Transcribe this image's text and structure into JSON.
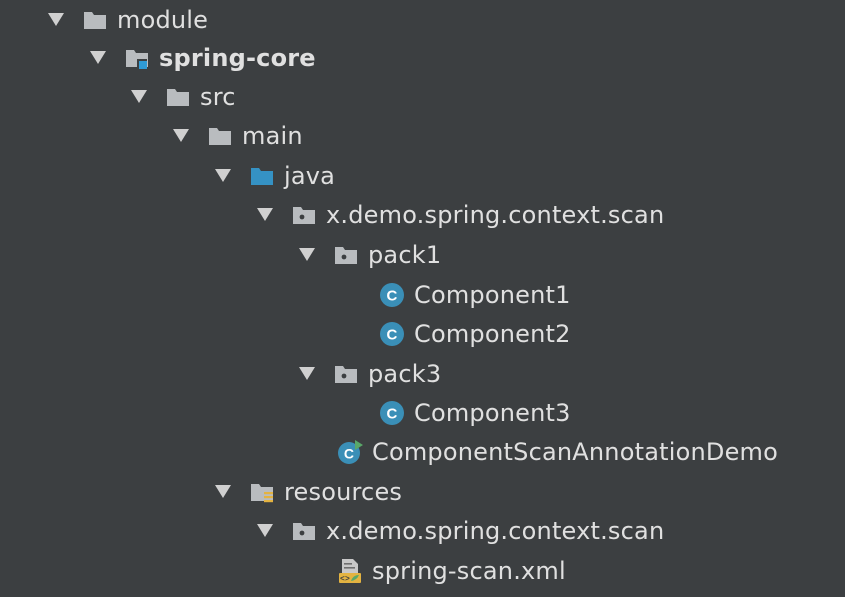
{
  "tree": {
    "module": "module",
    "spring_core": "spring-core",
    "src": "src",
    "main": "main",
    "java": "java",
    "package_scan": "x.demo.spring.context.scan",
    "pack1": "pack1",
    "component1": "Component1",
    "component2": "Component2",
    "pack3": "pack3",
    "component3": "Component3",
    "demo_class": "ComponentScanAnnotationDemo",
    "resources": "resources",
    "resources_package": "x.demo.spring.context.scan",
    "xml_file": "spring-scan.xml"
  },
  "colors": {
    "background": "#3c3f41",
    "text": "#e0e0e0",
    "folder": "#b9bcbf",
    "source_folder": "#3592c4",
    "class_icon": "#3a8fb7",
    "run_marker": "#59a869",
    "resources_marker": "#e3b341"
  }
}
